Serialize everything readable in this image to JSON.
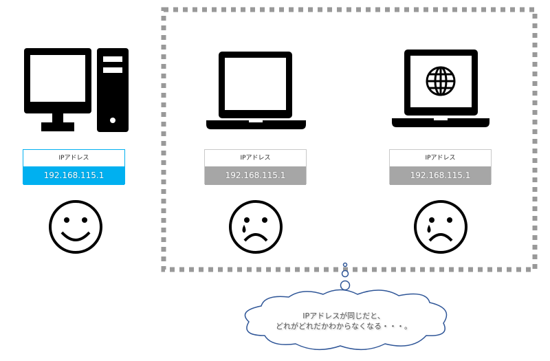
{
  "devices": [
    {
      "name": "desktop",
      "label": "IPアドレス",
      "ip": "192.168.115.1",
      "color": "#00b0f0",
      "face": "happy"
    },
    {
      "name": "laptop",
      "label": "IPアドレス",
      "ip": "192.168.115.1",
      "color": "#a6a6a6",
      "face": "crying"
    },
    {
      "name": "laptop-globe",
      "label": "IPアドレス",
      "ip": "192.168.115.1",
      "color": "#a6a6a6",
      "face": "crying"
    }
  ],
  "thought": {
    "line1": "IPアドレスが同じだと、",
    "line2": "どれがどれだかわからなくなる・・・。"
  },
  "colors": {
    "dash": "#999999",
    "cloud": "#2e5597"
  }
}
